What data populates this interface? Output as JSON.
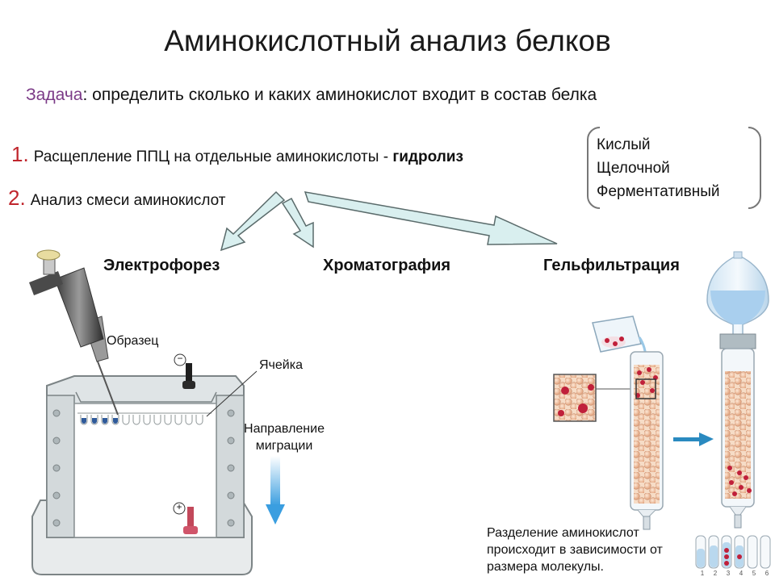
{
  "slide": {
    "title": "Аминокислотный анализ белков",
    "task": {
      "label": "Задача",
      "text": ": определить сколько и каких аминокислот входит в состав белка"
    },
    "steps": [
      {
        "number": "1.",
        "text": "Расщепление ППЦ на отдельные аминокислоты - ",
        "bold": "гидролиз"
      },
      {
        "number": "2.",
        "text": "Анализ смеси аминокислот"
      }
    ],
    "hydrolysis_types": [
      "Кислый",
      "Щелочной",
      "Ферментативный"
    ],
    "methods": [
      "Электрофорез",
      "Хроматография",
      "Гельфильтрация"
    ],
    "electrophoresis": {
      "sample_label": "Образец",
      "well_label": "Ячейка",
      "direction_label": [
        "Направление",
        "миграции"
      ],
      "minus_symbol": "−",
      "plus_symbol": "+"
    },
    "gel_filtration": {
      "caption": [
        "Разделение аминокислот",
        "происходит в зависимости от",
        "размера молекулы."
      ],
      "tube_numbers": [
        "1",
        "2",
        "3",
        "4",
        "5",
        "6"
      ]
    }
  },
  "colors": {
    "task_label": "#7b3a87",
    "step_number": "#c0262d",
    "arrow_fill": "#d9efef",
    "arrow_stroke": "#5a6b6b",
    "gel_blue": "#2f5a9a",
    "bead": "#f0c6a4",
    "red_dot": "#c0203a",
    "flow_arrow": "#2a8ac0"
  },
  "icons": [
    "pipette-icon",
    "minus-electrode-icon",
    "plus-electrode-icon",
    "funnel-icon",
    "beaker-icon"
  ]
}
